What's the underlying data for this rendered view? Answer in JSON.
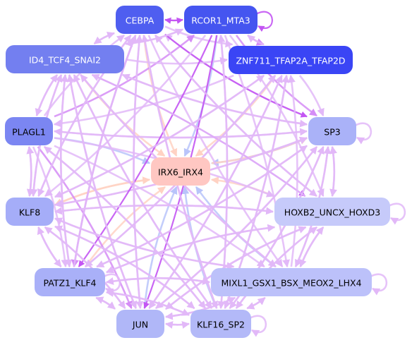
{
  "graph": {
    "nodes": [
      {
        "id": "cebpa",
        "label": "CEBPA",
        "fill": "#4f5ef0",
        "text_color": "#ffffff"
      },
      {
        "id": "rcor1",
        "label": "RCOR1_MTA3",
        "fill": "#4555f0",
        "text_color": "#ffffff"
      },
      {
        "id": "id4",
        "label": "ID4_TCF4_SNAI2",
        "fill": "#737ff0",
        "text_color": "#ffffff"
      },
      {
        "id": "znf711",
        "label": "ZNF711_TFAP2A_TFAP2D",
        "fill": "#3a45f5",
        "text_color": "#ffffff"
      },
      {
        "id": "plagl1",
        "label": "PLAGL1",
        "fill": "#7b86f2",
        "text_color": "#000000"
      },
      {
        "id": "sp3",
        "label": "SP3",
        "fill": "#aab2f8",
        "text_color": "#000000"
      },
      {
        "id": "irx6",
        "label": "IRX6_IRX4",
        "fill": "#ffc7c2",
        "text_color": "#000000"
      },
      {
        "id": "klf8",
        "label": "KLF8",
        "fill": "#a5adf8",
        "text_color": "#000000"
      },
      {
        "id": "hoxb2",
        "label": "HOXB2_UNCX_HOXD3",
        "fill": "#c6cafa",
        "text_color": "#000000"
      },
      {
        "id": "patz1",
        "label": "PATZ1_KLF4",
        "fill": "#a9b0f8",
        "text_color": "#000000"
      },
      {
        "id": "mixl1",
        "label": "MIXL1_GSX1_BSX_MEOX2_LHX4",
        "fill": "#bcc1fa",
        "text_color": "#000000"
      },
      {
        "id": "jun",
        "label": "JUN",
        "fill": "#b0b7f8",
        "text_color": "#000000"
      },
      {
        "id": "klf16",
        "label": "KLF16_SP2",
        "fill": "#b3b9f8",
        "text_color": "#000000"
      }
    ],
    "edges": [
      {
        "from": "cebpa",
        "to": "rcor1",
        "color": "#c355f3"
      },
      {
        "from": "rcor1",
        "to": "cebpa",
        "color": "#c355f3"
      },
      {
        "from": "cebpa",
        "to": "id4",
        "color": "#e2b8f8"
      },
      {
        "from": "id4",
        "to": "cebpa",
        "color": "#e2b8f8"
      },
      {
        "from": "cebpa",
        "to": "znf711",
        "color": "#e2b8f8"
      },
      {
        "from": "rcor1",
        "to": "znf711",
        "color": "#d58cf6"
      },
      {
        "from": "znf711",
        "to": "rcor1",
        "color": "#e2b8f8"
      },
      {
        "from": "rcor1",
        "to": "rcor1",
        "color": "#c355f3"
      },
      {
        "from": "cebpa",
        "to": "irx6",
        "color": "#ffd2c3"
      },
      {
        "from": "rcor1",
        "to": "irx6",
        "color": "#b9c4fa"
      },
      {
        "from": "znf711",
        "to": "irx6",
        "color": "#ffd2c3"
      },
      {
        "from": "id4",
        "to": "irx6",
        "color": "#ffd2c3"
      },
      {
        "from": "plagl1",
        "to": "irx6",
        "color": "#b9c4fa"
      },
      {
        "from": "sp3",
        "to": "irx6",
        "color": "#b9c4fa"
      },
      {
        "from": "klf8",
        "to": "irx6",
        "color": "#ffd2c3"
      },
      {
        "from": "hoxb2",
        "to": "irx6",
        "color": "#ffd2c3"
      },
      {
        "from": "patz1",
        "to": "irx6",
        "color": "#ffd2c3"
      },
      {
        "from": "mixl1",
        "to": "irx6",
        "color": "#b9c4fa"
      },
      {
        "from": "jun",
        "to": "irx6",
        "color": "#b9c4fa"
      },
      {
        "from": "klf16",
        "to": "irx6",
        "color": "#b9c4fa"
      },
      {
        "from": "irx6",
        "to": "sp3",
        "color": "#ffd2c3"
      },
      {
        "from": "irx6",
        "to": "klf8",
        "color": "#ffd2c3"
      },
      {
        "from": "plagl1",
        "to": "sp3",
        "color": "#e2b8f8"
      },
      {
        "from": "sp3",
        "to": "plagl1",
        "color": "#e2b8f8"
      },
      {
        "from": "plagl1",
        "to": "klf8",
        "color": "#e2b8f8"
      },
      {
        "from": "klf8",
        "to": "plagl1",
        "color": "#e2b8f8"
      },
      {
        "from": "plagl1",
        "to": "id4",
        "color": "#e2b8f8"
      },
      {
        "from": "id4",
        "to": "plagl1",
        "color": "#e2b8f8"
      },
      {
        "from": "plagl1",
        "to": "cebpa",
        "color": "#e2b8f8"
      },
      {
        "from": "plagl1",
        "to": "rcor1",
        "color": "#d58cf6"
      },
      {
        "from": "plagl1",
        "to": "hoxb2",
        "color": "#e2b8f8"
      },
      {
        "from": "plagl1",
        "to": "mixl1",
        "color": "#e2b8f8"
      },
      {
        "from": "plagl1",
        "to": "patz1",
        "color": "#e2b8f8"
      },
      {
        "from": "plagl1",
        "to": "jun",
        "color": "#d58cf6"
      },
      {
        "from": "plagl1",
        "to": "klf16",
        "color": "#e2b8f8"
      },
      {
        "from": "sp3",
        "to": "sp3",
        "color": "#e2b8f8"
      },
      {
        "from": "sp3",
        "to": "hoxb2",
        "color": "#e2b8f8"
      },
      {
        "from": "hoxb2",
        "to": "sp3",
        "color": "#e2b8f8"
      },
      {
        "from": "sp3",
        "to": "mixl1",
        "color": "#e2b8f8"
      },
      {
        "from": "mixl1",
        "to": "sp3",
        "color": "#e2b8f8"
      },
      {
        "from": "sp3",
        "to": "klf8",
        "color": "#e2b8f8"
      },
      {
        "from": "klf8",
        "to": "sp3",
        "color": "#e2b8f8"
      },
      {
        "from": "sp3",
        "to": "patz1",
        "color": "#e2b8f8"
      },
      {
        "from": "sp3",
        "to": "jun",
        "color": "#e2b8f8"
      },
      {
        "from": "sp3",
        "to": "klf16",
        "color": "#e2b8f8"
      },
      {
        "from": "sp3",
        "to": "id4",
        "color": "#e2b8f8"
      },
      {
        "from": "sp3",
        "to": "cebpa",
        "color": "#e2b8f8"
      },
      {
        "from": "cebpa",
        "to": "sp3",
        "color": "#c355f3"
      },
      {
        "from": "rcor1",
        "to": "sp3",
        "color": "#d58cf6"
      },
      {
        "from": "znf711",
        "to": "sp3",
        "color": "#e2b8f8"
      },
      {
        "from": "znf711",
        "to": "klf8",
        "color": "#e2b8f8"
      },
      {
        "from": "znf711",
        "to": "patz1",
        "color": "#e2b8f8"
      },
      {
        "from": "znf711",
        "to": "jun",
        "color": "#e2b8f8"
      },
      {
        "from": "znf711",
        "to": "klf16",
        "color": "#e2b8f8"
      },
      {
        "from": "znf711",
        "to": "plagl1",
        "color": "#e2b8f8"
      },
      {
        "from": "id4",
        "to": "znf711",
        "color": "#e2b8f8"
      },
      {
        "from": "id4",
        "to": "sp3",
        "color": "#e2b8f8"
      },
      {
        "from": "id4",
        "to": "hoxb2",
        "color": "#c355f3"
      },
      {
        "from": "id4",
        "to": "mixl1",
        "color": "#e2b8f8"
      },
      {
        "from": "id4",
        "to": "klf8",
        "color": "#e2b8f8"
      },
      {
        "from": "id4",
        "to": "patz1",
        "color": "#e2b8f8"
      },
      {
        "from": "id4",
        "to": "jun",
        "color": "#e2b8f8"
      },
      {
        "from": "id4",
        "to": "klf16",
        "color": "#e2b8f8"
      },
      {
        "from": "id4",
        "to": "rcor1",
        "color": "#e2b8f8"
      },
      {
        "from": "cebpa",
        "to": "klf8",
        "color": "#e2b8f8"
      },
      {
        "from": "cebpa",
        "to": "patz1",
        "color": "#d58cf6"
      },
      {
        "from": "cebpa",
        "to": "jun",
        "color": "#e2b8f8"
      },
      {
        "from": "cebpa",
        "to": "klf16",
        "color": "#e2b8f8"
      },
      {
        "from": "cebpa",
        "to": "hoxb2",
        "color": "#e2b8f8"
      },
      {
        "from": "cebpa",
        "to": "mixl1",
        "color": "#e2b8f8"
      },
      {
        "from": "rcor1",
        "to": "klf8",
        "color": "#e2b8f8"
      },
      {
        "from": "rcor1",
        "to": "patz1",
        "color": "#c355f3"
      },
      {
        "from": "rcor1",
        "to": "jun",
        "color": "#c355f3"
      },
      {
        "from": "rcor1",
        "to": "klf16",
        "color": "#e2b8f8"
      },
      {
        "from": "rcor1",
        "to": "hoxb2",
        "color": "#e2b8f8"
      },
      {
        "from": "rcor1",
        "to": "mixl1",
        "color": "#e2b8f8"
      },
      {
        "from": "rcor1",
        "to": "id4",
        "color": "#e2b8f8"
      },
      {
        "from": "hoxb2",
        "to": "hoxb2",
        "color": "#e2b8f8"
      },
      {
        "from": "hoxb2",
        "to": "mixl1",
        "color": "#e2b8f8"
      },
      {
        "from": "mixl1",
        "to": "hoxb2",
        "color": "#e2b8f8"
      },
      {
        "from": "hoxb2",
        "to": "klf8",
        "color": "#e2b8f8"
      },
      {
        "from": "hoxb2",
        "to": "patz1",
        "color": "#e2b8f8"
      },
      {
        "from": "hoxb2",
        "to": "jun",
        "color": "#e2b8f8"
      },
      {
        "from": "hoxb2",
        "to": "klf16",
        "color": "#e2b8f8"
      },
      {
        "from": "hoxb2",
        "to": "id4",
        "color": "#e2b8f8"
      },
      {
        "from": "hoxb2",
        "to": "cebpa",
        "color": "#e2b8f8"
      },
      {
        "from": "klf8",
        "to": "hoxb2",
        "color": "#e2b8f8"
      },
      {
        "from": "klf8",
        "to": "patz1",
        "color": "#e2b8f8"
      },
      {
        "from": "patz1",
        "to": "klf8",
        "color": "#e2b8f8"
      },
      {
        "from": "klf8",
        "to": "mixl1",
        "color": "#e2b8f8"
      },
      {
        "from": "klf8",
        "to": "jun",
        "color": "#e2b8f8"
      },
      {
        "from": "klf8",
        "to": "klf16",
        "color": "#e2b8f8"
      },
      {
        "from": "klf8",
        "to": "id4",
        "color": "#e2b8f8"
      },
      {
        "from": "klf8",
        "to": "cebpa",
        "color": "#e2b8f8"
      },
      {
        "from": "klf8",
        "to": "znf711",
        "color": "#e2b8f8"
      },
      {
        "from": "patz1",
        "to": "patz1",
        "color": "#e2b8f8"
      },
      {
        "from": "patz1",
        "to": "jun",
        "color": "#e2b8f8"
      },
      {
        "from": "jun",
        "to": "patz1",
        "color": "#e2b8f8"
      },
      {
        "from": "patz1",
        "to": "klf16",
        "color": "#e2b8f8"
      },
      {
        "from": "patz1",
        "to": "mixl1",
        "color": "#e2b8f8"
      },
      {
        "from": "patz1",
        "to": "hoxb2",
        "color": "#e2b8f8"
      },
      {
        "from": "patz1",
        "to": "sp3",
        "color": "#e2b8f8"
      },
      {
        "from": "patz1",
        "to": "id4",
        "color": "#e2b8f8"
      },
      {
        "from": "patz1",
        "to": "cebpa",
        "color": "#e2b8f8"
      },
      {
        "from": "patz1",
        "to": "znf711",
        "color": "#e2b8f8"
      },
      {
        "from": "mixl1",
        "to": "mixl1",
        "color": "#e2b8f8"
      },
      {
        "from": "mixl1",
        "to": "klf16",
        "color": "#e2b8f8"
      },
      {
        "from": "klf16",
        "to": "mixl1",
        "color": "#e2b8f8"
      },
      {
        "from": "mixl1",
        "to": "jun",
        "color": "#e2b8f8"
      },
      {
        "from": "mixl1",
        "to": "patz1",
        "color": "#e2b8f8"
      },
      {
        "from": "mixl1",
        "to": "klf8",
        "color": "#e2b8f8"
      },
      {
        "from": "mixl1",
        "to": "id4",
        "color": "#e2b8f8"
      },
      {
        "from": "mixl1",
        "to": "znf711",
        "color": "#e2b8f8"
      },
      {
        "from": "jun",
        "to": "klf16",
        "color": "#e2b8f8"
      },
      {
        "from": "klf16",
        "to": "jun",
        "color": "#e2b8f8"
      },
      {
        "from": "jun",
        "to": "mixl1",
        "color": "#e2b8f8"
      },
      {
        "from": "jun",
        "to": "hoxb2",
        "color": "#e2b8f8"
      },
      {
        "from": "jun",
        "to": "sp3",
        "color": "#e2b8f8"
      },
      {
        "from": "jun",
        "to": "id4",
        "color": "#e2b8f8"
      },
      {
        "from": "jun",
        "to": "cebpa",
        "color": "#e2b8f8"
      },
      {
        "from": "jun",
        "to": "znf711",
        "color": "#e2b8f8"
      },
      {
        "from": "jun",
        "to": "klf8",
        "color": "#e2b8f8"
      },
      {
        "from": "klf16",
        "to": "klf16",
        "color": "#e2b8f8"
      },
      {
        "from": "klf16",
        "to": "patz1",
        "color": "#e2b8f8"
      },
      {
        "from": "klf16",
        "to": "klf8",
        "color": "#e2b8f8"
      },
      {
        "from": "klf16",
        "to": "hoxb2",
        "color": "#e2b8f8"
      },
      {
        "from": "klf16",
        "to": "sp3",
        "color": "#e2b8f8"
      },
      {
        "from": "klf16",
        "to": "id4",
        "color": "#e2b8f8"
      },
      {
        "from": "klf16",
        "to": "cebpa",
        "color": "#e2b8f8"
      },
      {
        "from": "klf16",
        "to": "rcor1",
        "color": "#e2b8f8"
      },
      {
        "from": "klf16",
        "to": "znf711",
        "color": "#e2b8f8"
      },
      {
        "from": "klf16",
        "to": "plagl1",
        "color": "#e2b8f8"
      }
    ]
  }
}
